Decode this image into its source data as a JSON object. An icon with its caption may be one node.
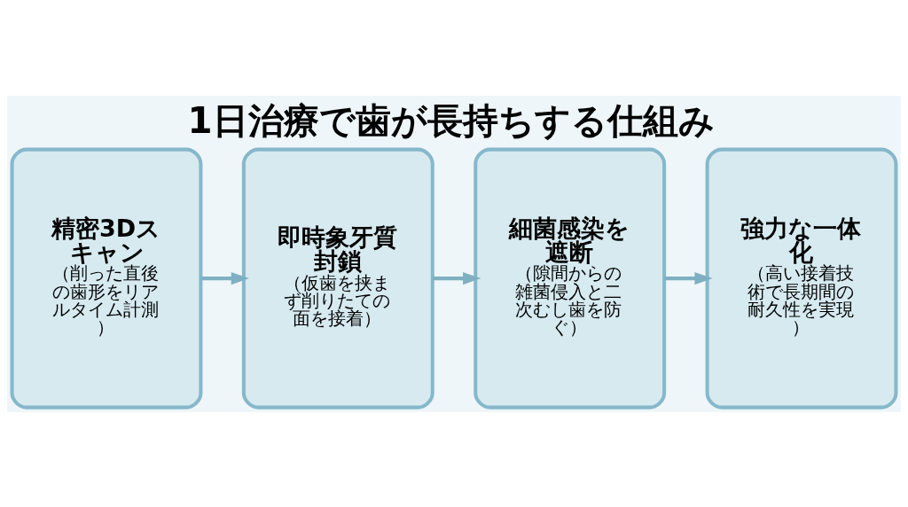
{
  "diagram": {
    "title": "1日治療で歯が長持ちする仕組み",
    "nodes": [
      {
        "text": [
          "精密3Dスキャン",
          "（削った直後の歯形をリアルタイム計測）"
        ]
      },
      {
        "text": [
          "即時象牙質封鎖",
          "（仮歯を挟まず削りたての面を接着）"
        ]
      },
      {
        "text": [
          "細菌感染を遮断",
          "（隙間からの雑菌侵入と二次むし歯を防ぐ）"
        ]
      },
      {
        "text": [
          "強力な一体化",
          "（高い接着技術で長期間の耐久性を実現）"
        ]
      }
    ],
    "edges": [
      {
        "from": 0,
        "to": 1,
        "arrow": "to"
      },
      {
        "from": 1,
        "to": 2,
        "arrow": "to"
      },
      {
        "from": 2,
        "to": 3,
        "arrow": "to"
      }
    ]
  }
}
